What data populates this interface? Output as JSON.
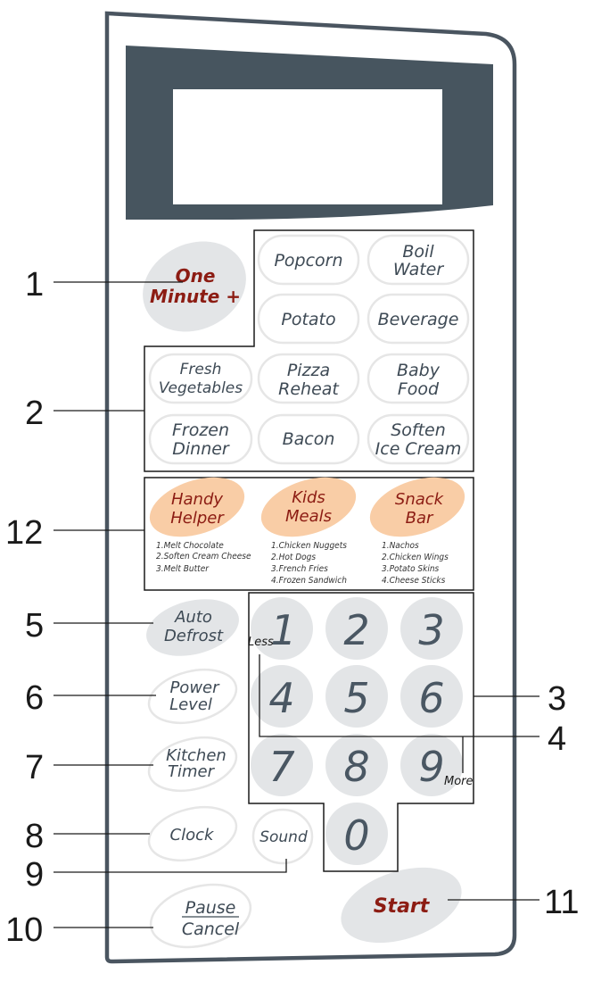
{
  "one_minute": {
    "line1": "One",
    "line2": "Minute +"
  },
  "sensor_buttons": {
    "popcorn": [
      "Popcorn"
    ],
    "boil_water": [
      "Boil",
      "Water"
    ],
    "potato": [
      "Potato"
    ],
    "beverage": [
      "Beverage"
    ],
    "fresh_vegetables": [
      "Fresh",
      "Vegetables"
    ],
    "pizza_reheat": [
      "Pizza",
      "Reheat"
    ],
    "baby_food": [
      "Baby",
      "Food"
    ],
    "frozen_dinner": [
      "Frozen",
      "Dinner"
    ],
    "bacon": [
      "Bacon"
    ],
    "soften_ice_cream": [
      "Soften",
      "Ice Cream"
    ]
  },
  "helpers": [
    {
      "title": [
        "Handy",
        "Helper"
      ],
      "items": [
        "1.Melt Chocolate",
        "2.Soften Cream Cheese",
        "3.Melt Butter"
      ]
    },
    {
      "title": [
        "Kids",
        "Meals"
      ],
      "items": [
        "1.Chicken Nuggets",
        "2.Hot Dogs",
        "3.French Fries",
        "4.Frozen Sandwich"
      ]
    },
    {
      "title": [
        "Snack",
        "Bar"
      ],
      "items": [
        "1.Nachos",
        "2.Chicken Wings",
        "3.Potato Skins",
        "4.Cheese Sticks"
      ]
    }
  ],
  "auto_defrost": [
    "Auto",
    "Defrost"
  ],
  "power_level": [
    "Power",
    "Level"
  ],
  "kitchen_timer": [
    "Kitchen",
    "Timer"
  ],
  "clock": "Clock",
  "sound": "Sound",
  "pause_cancel": {
    "top": "Pause",
    "bottom": "Cancel"
  },
  "start": "Start",
  "keypad": {
    "digits": [
      "1",
      "2",
      "3",
      "4",
      "5",
      "6",
      "7",
      "8",
      "9",
      "0"
    ],
    "less": "Less",
    "more": "More"
  },
  "callouts": {
    "c1": "1",
    "c2": "2",
    "c12": "12",
    "c5": "5",
    "c6": "6",
    "c7": "7",
    "c8": "8",
    "c9": "9",
    "c10": "10",
    "c3": "3",
    "c4": "4",
    "c11": "11"
  },
  "colors": {
    "panel_border": "#4a5560",
    "display_frame": "#47555f",
    "button_fill": "#e3e5e7",
    "accent_red": "#8c1c13",
    "helper_fill": "#f9cda6"
  }
}
